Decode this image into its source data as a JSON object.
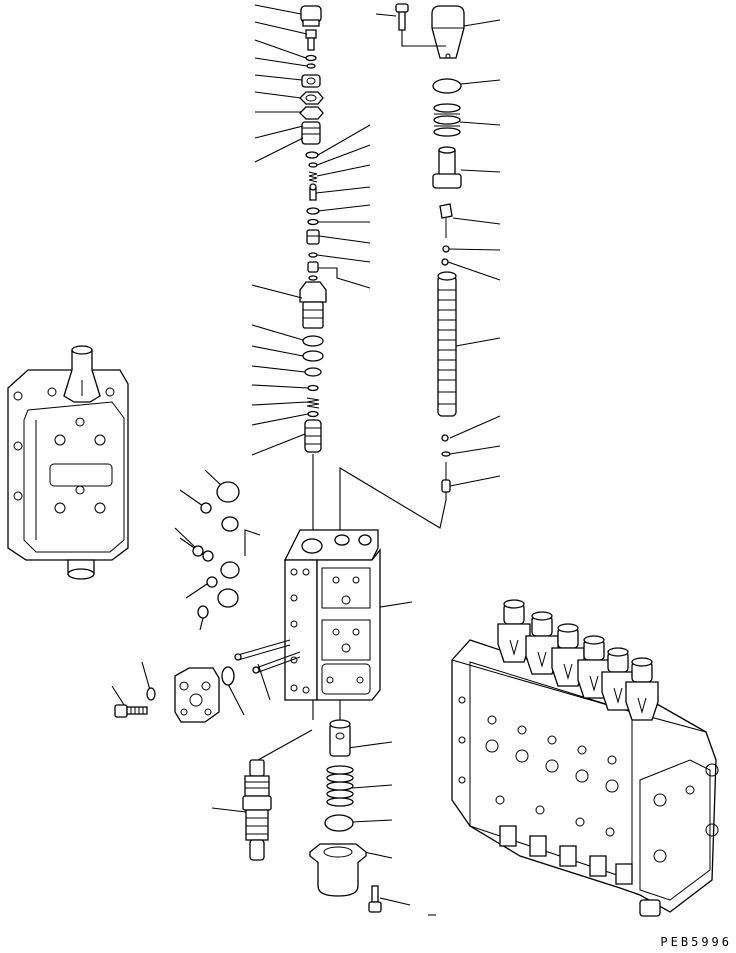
{
  "drawing": {
    "code": "PEB5996"
  },
  "icons": [
    "main-valve-assembly",
    "valve-section",
    "relief-valve",
    "spool",
    "spring",
    "o-ring",
    "bolt",
    "flange-cover"
  ]
}
